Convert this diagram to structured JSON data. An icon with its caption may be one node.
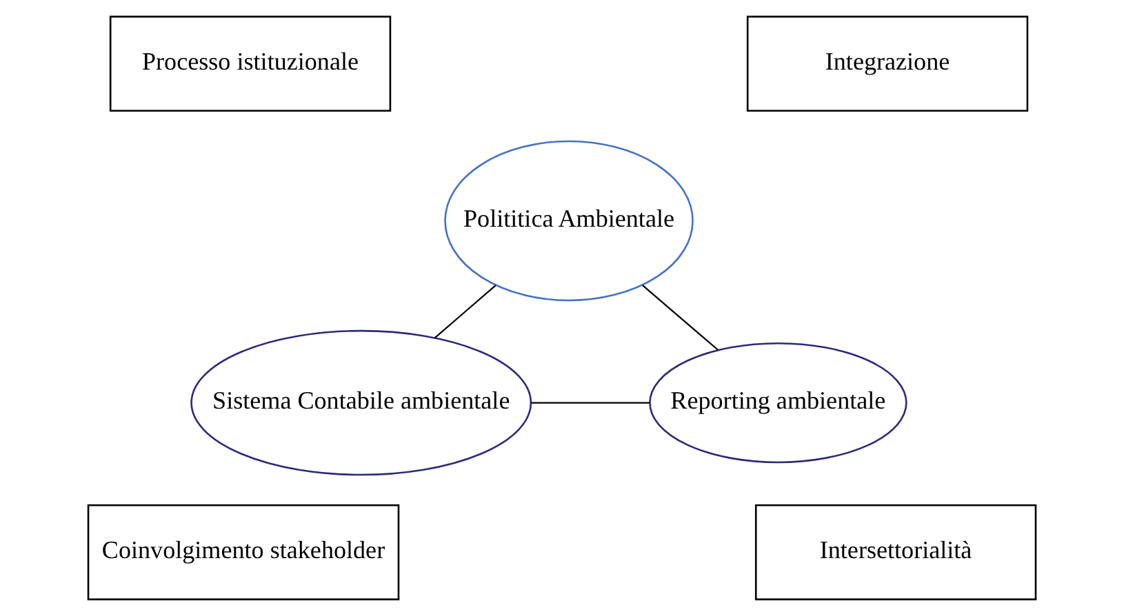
{
  "diagram": {
    "nodes": [
      {
        "text": [
          "Processo istituzionale"
        ]
      },
      {
        "text": [
          "Integrazione"
        ]
      },
      {
        "text": [
          "Polititica Ambientale"
        ]
      },
      {
        "text": [
          "Sistema Contabile ambientale"
        ]
      },
      {
        "text": [
          "Reporting ambientale"
        ]
      },
      {
        "text": [
          "Coinvolgimento stakeholder"
        ]
      },
      {
        "text": [
          "Intersettorialità"
        ]
      }
    ],
    "edges": [
      {
        "from": 3,
        "to": 2,
        "arrow": "none"
      },
      {
        "from": 2,
        "to": 4,
        "arrow": "none"
      },
      {
        "from": 3,
        "to": 4,
        "arrow": "none"
      }
    ]
  }
}
